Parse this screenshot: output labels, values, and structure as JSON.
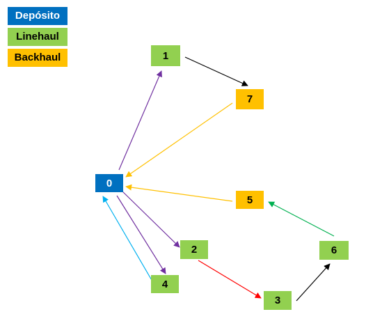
{
  "legend": [
    {
      "label": "Depósito",
      "color": "#0070c0",
      "text_color": "#ffffff"
    },
    {
      "label": "Linehaul",
      "color": "#92d050",
      "text_color": "#000000"
    },
    {
      "label": "Backhaul",
      "color": "#ffc000",
      "text_color": "#000000"
    }
  ],
  "nodes": [
    {
      "id": "0",
      "type": "depot"
    },
    {
      "id": "1",
      "type": "linehaul"
    },
    {
      "id": "2",
      "type": "linehaul"
    },
    {
      "id": "3",
      "type": "linehaul"
    },
    {
      "id": "4",
      "type": "linehaul"
    },
    {
      "id": "5",
      "type": "backhaul"
    },
    {
      "id": "6",
      "type": "linehaul"
    },
    {
      "id": "7",
      "type": "backhaul"
    }
  ],
  "edges": [
    {
      "from": "0",
      "to": "1",
      "color": "#7030a0"
    },
    {
      "from": "1",
      "to": "7",
      "color": "#000000"
    },
    {
      "from": "7",
      "to": "0",
      "color": "#ffc000"
    },
    {
      "from": "0",
      "to": "2",
      "color": "#7030a0"
    },
    {
      "from": "2",
      "to": "3",
      "color": "#ff0000"
    },
    {
      "from": "3",
      "to": "6",
      "color": "#000000"
    },
    {
      "from": "6",
      "to": "5",
      "color": "#00b050"
    },
    {
      "from": "5",
      "to": "0",
      "color": "#ffc000"
    },
    {
      "from": "0",
      "to": "4",
      "color": "#7030a0"
    },
    {
      "from": "4",
      "to": "0",
      "color": "#00b0f0"
    }
  ]
}
